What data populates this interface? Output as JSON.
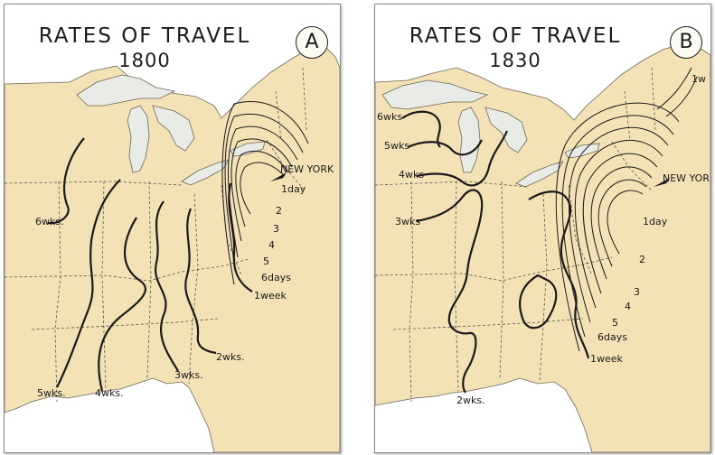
{
  "maps": [
    {
      "id": "A",
      "title": "RATES OF TRAVEL",
      "year": "1800",
      "letter": "A",
      "city_label": "NEW YORK",
      "isochrone_labels": {
        "oneday": "1day",
        "two": "2",
        "three": "3",
        "four": "4",
        "five": "5",
        "sixdays": "6days",
        "oneweek": "1week",
        "twowks": "2wks.",
        "threewks": "3wks.",
        "fourwks": "4wks.",
        "fivewks": "5wks.",
        "sixwks": "6wks."
      }
    },
    {
      "id": "B",
      "title": "RATES OF TRAVEL",
      "year": "1830",
      "letter": "B",
      "city_label": "NEW YORK",
      "isochrone_labels": {
        "oneday": "1day",
        "two": "2",
        "three": "3",
        "four": "4",
        "five": "5",
        "sixdays": "6days",
        "oneweek": "1week",
        "twowks": "2wks.",
        "threewks": "3wks",
        "fourwks": "4wks",
        "fivewks": "5wks",
        "sixwks": "6wks",
        "oneweek_ne": "1w"
      }
    }
  ],
  "colors": {
    "land": "#f2e2b6",
    "water": "#ffffff",
    "lakes": "#e9ebe6",
    "isochrone": "#1a1a1a",
    "boundary": "#55524b"
  }
}
